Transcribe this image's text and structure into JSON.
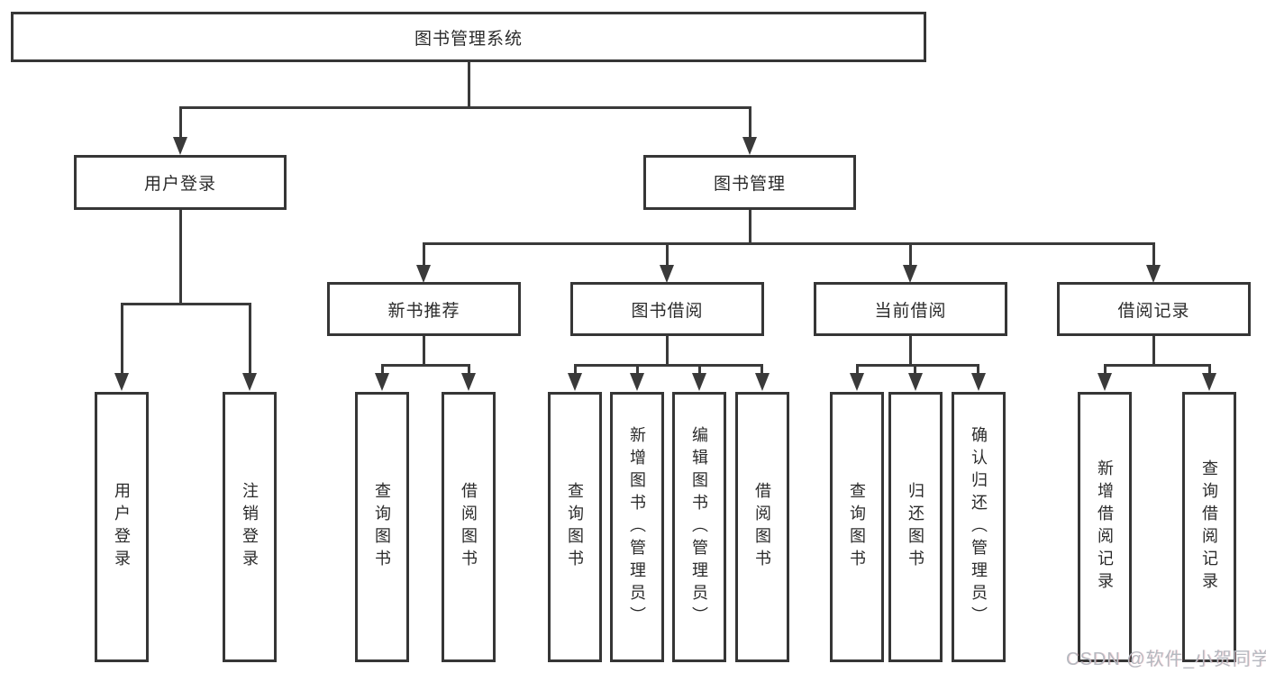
{
  "tree": {
    "root": "图书管理系统",
    "level2": [
      "用户登录",
      "图书管理"
    ],
    "level3": [
      "新书推荐",
      "图书借阅",
      "当前借阅",
      "借阅记录"
    ],
    "leaves_user_login": [
      "用户登录",
      "注销登录"
    ],
    "leaves_new_book": [
      "查询图书",
      "借阅图书"
    ],
    "leaves_book_borrow": [
      "查询图书",
      "新增图书（管理员）",
      "编辑图书（管理员）",
      "借阅图书"
    ],
    "leaves_current_borrow": [
      "查询图书",
      "归还图书",
      "确认归还（管理员）"
    ],
    "leaves_borrow_record": [
      "新增借阅记录",
      "查询借阅记录"
    ]
  },
  "watermark": {
    "text": "CSDN @软件_小贺同学"
  },
  "colors": {
    "line": "#3a3a3a",
    "box_border": "#363636",
    "box_background": "#ffffff",
    "text": "#2b2b2b",
    "watermark_text": "#b5b9c0"
  }
}
